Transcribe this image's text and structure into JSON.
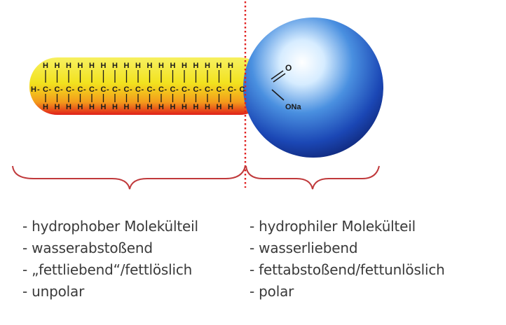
{
  "molecule": {
    "hydrogen": "H",
    "carbon": "C",
    "bond": "-",
    "oxygen": "O",
    "salt": "ONa"
  },
  "lists": {
    "left": [
      "- hydrophober Molekülteil",
      "- wasserabstoßend",
      "- „fettliebend“/fettlöslich",
      "- unpolar"
    ],
    "right": [
      "- hydrophiler Molekülteil",
      "- wasserliebend",
      "- fettabstoßend/fettunlöslich",
      "- polar"
    ]
  },
  "colors": {
    "tail_top": "#f5ef3a",
    "tail_bottom": "#e0201a",
    "head_light": "#ffffff",
    "head_dark": "#1638a0",
    "brace": "#c0393b",
    "divider": "#e02020",
    "text": "#3a3a3a"
  }
}
